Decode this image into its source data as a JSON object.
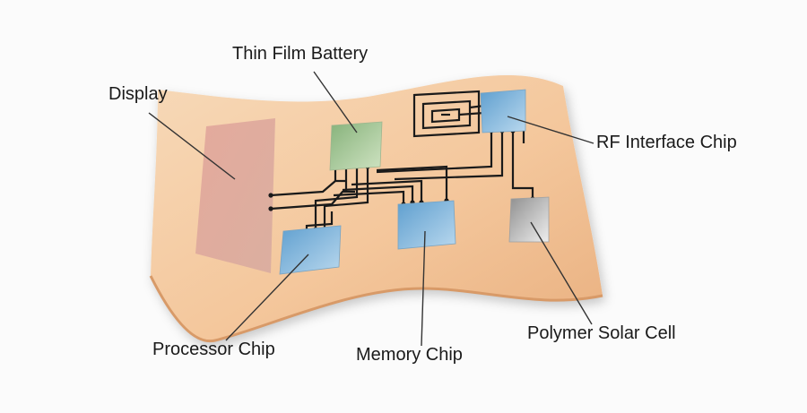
{
  "labels": {
    "display": "Display",
    "battery": "Thin Film Battery",
    "rf": "RF Interface Chip",
    "processor": "Processor Chip",
    "memory": "Memory Chip",
    "solar": "Polymer Solar Cell"
  },
  "colors": {
    "substrate": "#f3c89e",
    "display": "#d99a90",
    "battery": "#9cc08a",
    "chip_blue": "#7fb2d8",
    "solar": "#b8b8b8",
    "wire": "#1a1a1a"
  }
}
